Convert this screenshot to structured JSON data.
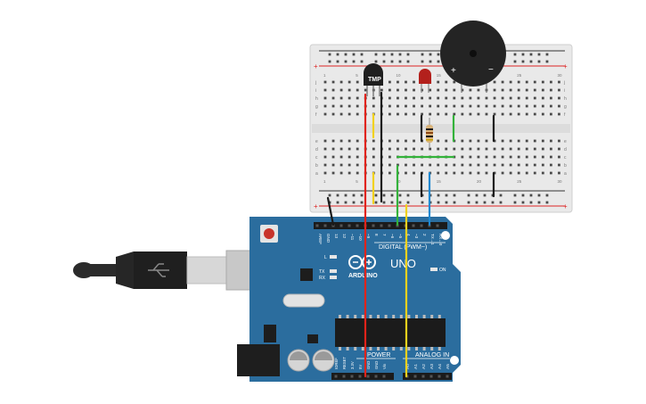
{
  "breadboard": {
    "row_letters_top": [
      "j",
      "i",
      "h",
      "g",
      "f"
    ],
    "row_letters_bottom": [
      "e",
      "d",
      "c",
      "b",
      "a"
    ],
    "column_numbers": [
      "1",
      "",
      "",
      "",
      "5",
      "",
      "",
      "",
      "",
      "10",
      "",
      "",
      "",
      "",
      "15",
      "",
      "",
      "",
      "",
      "20",
      "",
      "",
      "",
      "",
      "25",
      "",
      "",
      "",
      "",
      "30"
    ],
    "rail_plus": "+",
    "rail_minus": "-"
  },
  "components": {
    "temp_sensor_label": "TMP",
    "buzzer_plus": "+",
    "buzzer_minus": "−"
  },
  "arduino": {
    "digital_header_label": "DIGITAL (PWM~)",
    "logo_text": "ARDUINO",
    "model": "UNO",
    "on_label": "ON",
    "power_label": "POWER",
    "analog_label": "ANALOG IN",
    "led_l": "L",
    "led_tx": "TX",
    "led_rx": "RX",
    "top_pins": [
      "AREF",
      "GND",
      "13",
      "12",
      "~11",
      "~10",
      "~9",
      "8",
      "7",
      "~6",
      "~5",
      "4",
      "~3",
      "2",
      "TX→1",
      "RX←0"
    ],
    "power_pins": [
      "IOREF",
      "RESET",
      "3.3V",
      "5V",
      "GND",
      "GND",
      "Vin"
    ],
    "analog_pins": [
      "A0",
      "A1",
      "A2",
      "A3",
      "A4",
      "A5"
    ]
  },
  "wire_colors": {
    "red": "#e0231b",
    "yellow": "#f2d21d",
    "green": "#33b23a",
    "blue": "#1e88d0",
    "black": "#1a1a1a",
    "board_blue": "#2b6d9e"
  }
}
